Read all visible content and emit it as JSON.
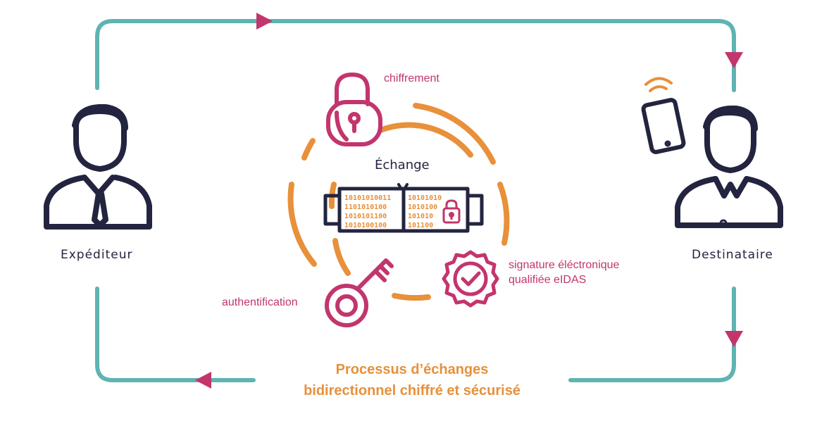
{
  "sender": {
    "label": "Expéditeur"
  },
  "recipient": {
    "label": "Destinataire"
  },
  "center": {
    "label": "Échange"
  },
  "features": {
    "encryption": "chiffrement",
    "signature_line1": "signature éléctronique",
    "signature_line2": "qualifiée eIDAS",
    "authentication": "authentification"
  },
  "process": {
    "line1": "Processus d’échanges",
    "line2": "bidirectionnel chiffré et sécurisé"
  },
  "binary": {
    "left": [
      "10101010011",
      "1101010100",
      "1010101100",
      "1010100100"
    ],
    "right": [
      "10101010",
      "1010100",
      "101010",
      "101100"
    ]
  },
  "colors": {
    "teal": "#5fb3b3",
    "pink": "#c2356d",
    "orange": "#e8903a",
    "navy": "#23243f"
  }
}
